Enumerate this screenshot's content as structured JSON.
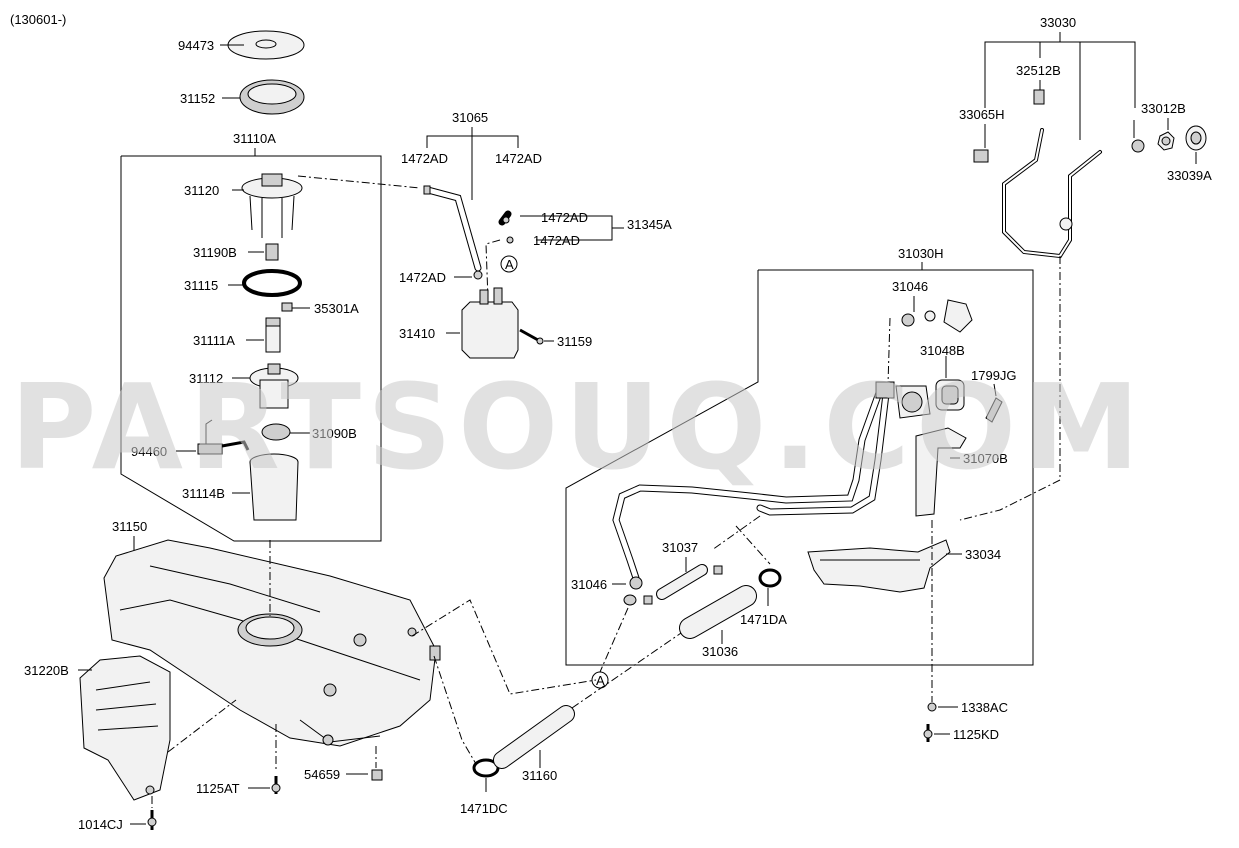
{
  "header": {
    "code": "(130601-)"
  },
  "watermark": "PARTSOUQ.COM",
  "callout_marker": "A",
  "labels": {
    "p94473": "94473",
    "p31152": "31152",
    "p31110A": "31110A",
    "p31120": "31120",
    "p31190B": "31190B",
    "p31115": "31115",
    "p35301A": "35301A",
    "p31111A": "31111A",
    "p31112": "31112",
    "p31090B": "31090B",
    "p94460": "94460",
    "p31114B": "31114B",
    "p31065": "31065",
    "p1472AD_a": "1472AD",
    "p1472AD_b": "1472AD",
    "p1472AD_c": "1472AD",
    "p1472AD_d": "1472AD",
    "p1472AD_e": "1472AD",
    "p31345A": "31345A",
    "p31410": "31410",
    "p31159": "31159",
    "p31150": "31150",
    "p31220B": "31220B",
    "p1125AT": "1125AT",
    "p54659": "54659",
    "p1014CJ": "1014CJ",
    "p1471DC": "1471DC",
    "p31160": "31160",
    "p31030H": "31030H",
    "p31046_a": "31046",
    "p31048B": "31048B",
    "p1799JG": "1799JG",
    "p31070B": "31070B",
    "p31037": "31037",
    "p31046_b": "31046",
    "p1471DA": "1471DA",
    "p31036": "31036",
    "p33034": "33034",
    "p1338AC": "1338AC",
    "p1125KD": "1125KD",
    "p33030": "33030",
    "p32512B": "32512B",
    "p33065H": "33065H",
    "p33012B": "33012B",
    "p33039A": "33039A"
  }
}
